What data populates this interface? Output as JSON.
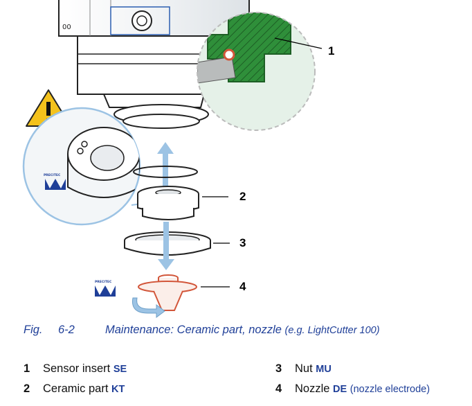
{
  "figure": {
    "callouts": [
      "1",
      "2",
      "3",
      "4"
    ],
    "logo_text": "PRECITEC",
    "icons": [
      "warning-icon",
      "precitec-logo"
    ],
    "colors": {
      "accent_blue": "#1f3f98",
      "gasket_green": "#2f8f3a",
      "nozzle_copper": "#d2563a",
      "arrow_blue": "#9cc3e4"
    }
  },
  "caption": {
    "label": "Fig.",
    "number": "6-2",
    "text": "Maintenance: Ceramic part, nozzle",
    "example": "(e.g. LightCutter 100)"
  },
  "legend": [
    {
      "num": "1",
      "name": "Sensor insert",
      "abbr": "SE",
      "extra": ""
    },
    {
      "num": "2",
      "name": "Ceramic part",
      "abbr": "KT",
      "extra": ""
    },
    {
      "num": "3",
      "name": "Nut",
      "abbr": "MU",
      "extra": ""
    },
    {
      "num": "4",
      "name": "Nozzle",
      "abbr": "DE",
      "extra": "(nozzle electrode)"
    }
  ]
}
